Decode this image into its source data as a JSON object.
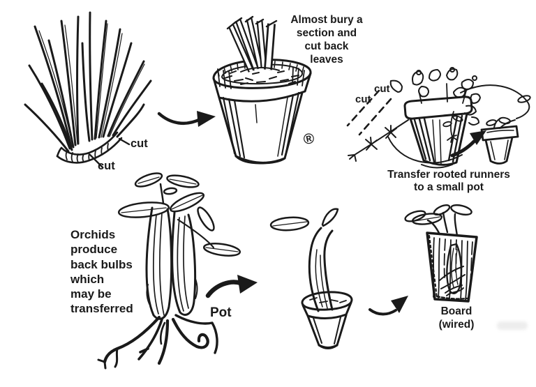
{
  "colors": {
    "paper": "#ffffff",
    "ink": "#1a1a1a"
  },
  "labels": {
    "bury": "Almost bury a\nsection and\ncut back\nleaves",
    "cut_rhizome_right": "cut",
    "cut_rhizome_bottom": "cut",
    "cut_runner_upper": "cut",
    "cut_runner_lower": "cut",
    "transfer": "Transfer rooted runners\nto a small pot",
    "orchids": "Orchids\nproduce\nback bulbs\nwhich\nmay be\ntransferred",
    "pot": "Pot",
    "board": "Board\n(wired)",
    "registered": "®"
  }
}
